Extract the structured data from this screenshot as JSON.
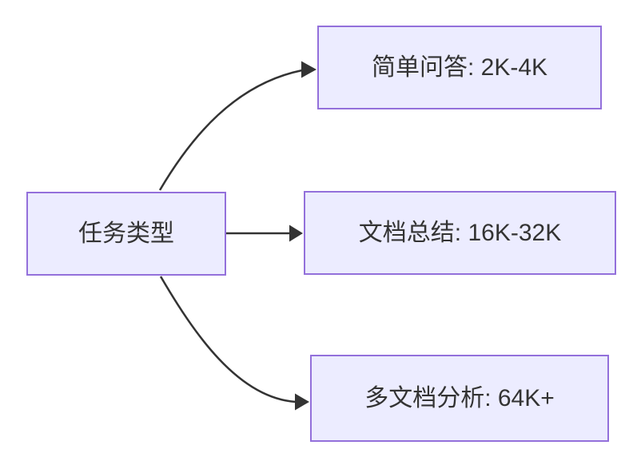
{
  "diagram": {
    "type": "flowchart-left-to-right",
    "background_color": "#ffffff",
    "node_fill_color": "#ECECFF",
    "node_border_color": "#9370DB",
    "edge_color": "#333333",
    "text_color": "#333333",
    "root": {
      "label": "任务类型"
    },
    "branches": [
      {
        "label": "简单问答: 2K-4K"
      },
      {
        "label": "文档总结: 16K-32K"
      },
      {
        "label": "多文档分析: 64K+"
      }
    ]
  }
}
